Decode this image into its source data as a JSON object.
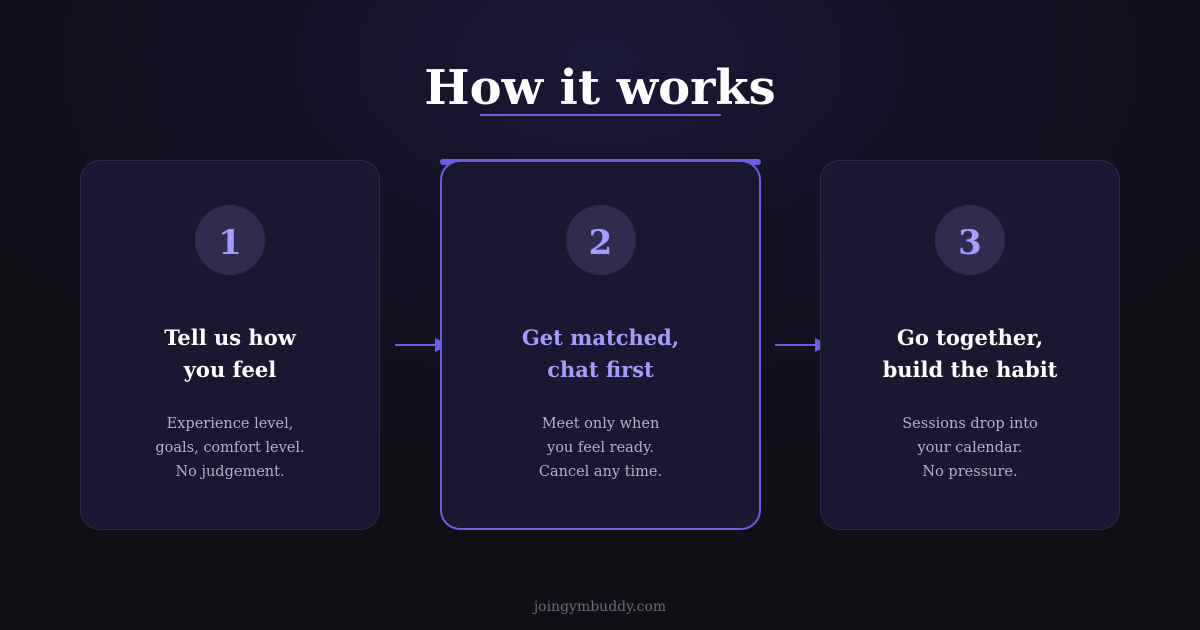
{
  "header": {
    "title": "How it works"
  },
  "colors": {
    "accent": "#6c5ce7",
    "accent_light": "#a79bff",
    "background": "#0f0f16",
    "card": "#1a1830"
  },
  "steps": [
    {
      "number": "1",
      "title_lines": [
        "Tell us how",
        "you feel"
      ],
      "desc_lines": [
        "Experience level,",
        "goals, comfort level.",
        "No judgement."
      ]
    },
    {
      "number": "2",
      "title_lines": [
        "Get matched,",
        "chat first"
      ],
      "desc_lines": [
        "Meet only when",
        "you feel ready.",
        "Cancel any time."
      ]
    },
    {
      "number": "3",
      "title_lines": [
        "Go together,",
        "build the habit"
      ],
      "desc_lines": [
        "Sessions drop into",
        "your calendar.",
        "No pressure."
      ]
    }
  ],
  "footer": {
    "url": "joingymbuddy.com"
  }
}
